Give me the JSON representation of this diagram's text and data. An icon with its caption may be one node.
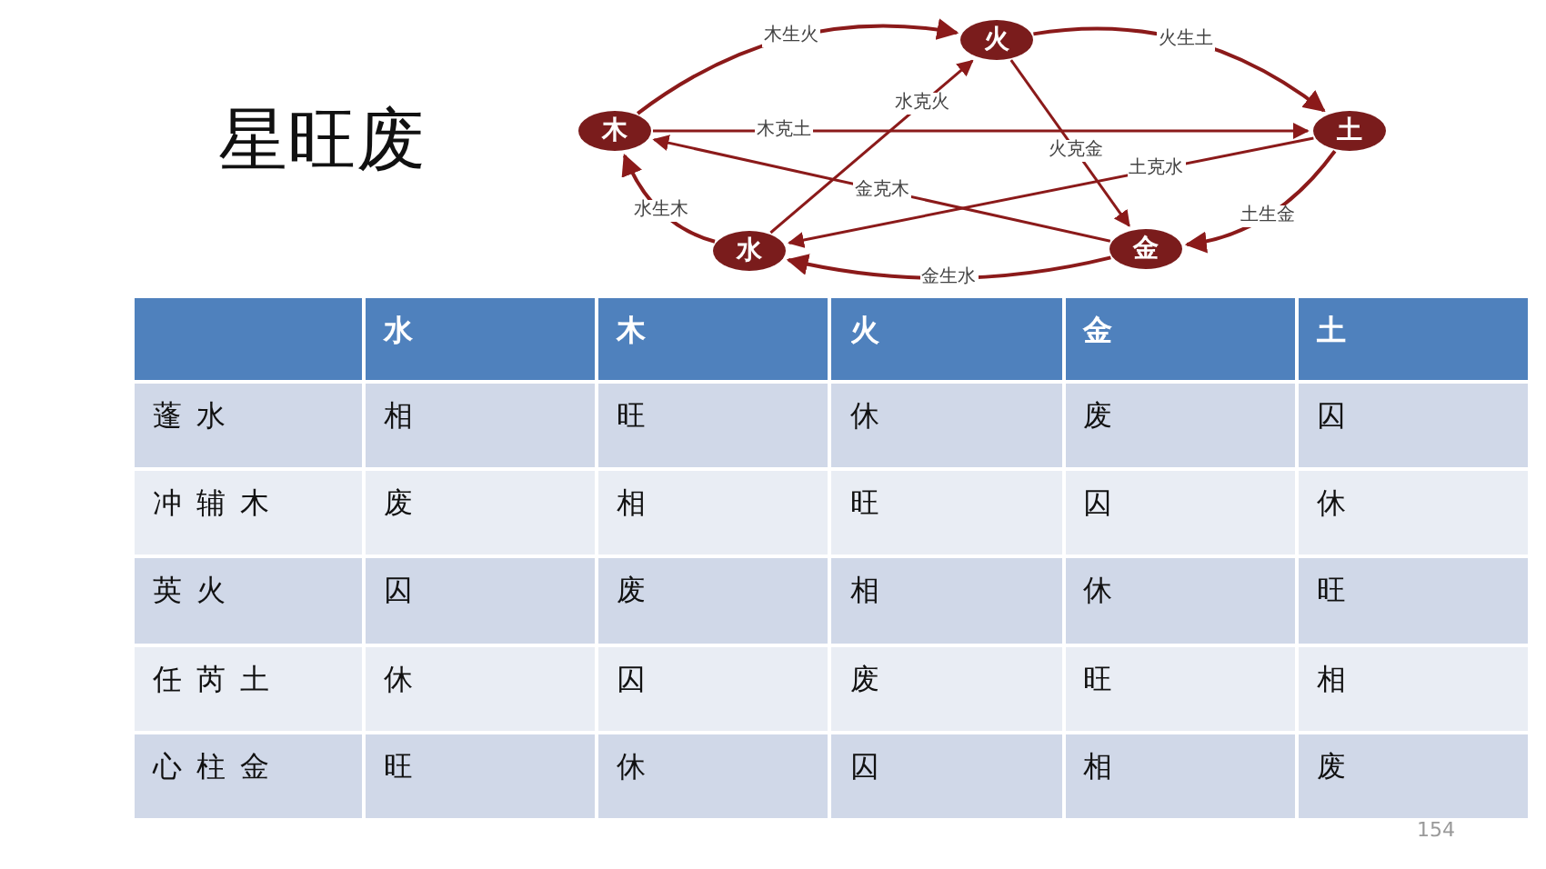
{
  "diagram": {
    "title": "星旺废",
    "nodes": [
      {
        "text": [
          "火"
        ]
      },
      {
        "text": [
          "木"
        ]
      },
      {
        "text": [
          "土"
        ]
      },
      {
        "text": [
          "水"
        ]
      },
      {
        "text": [
          "金"
        ]
      }
    ],
    "edges": [
      {
        "from": 1,
        "to": 0,
        "arrow": "to",
        "label": "木生火"
      },
      {
        "from": 0,
        "to": 2,
        "arrow": "to",
        "label": "火生土"
      },
      {
        "from": 2,
        "to": 4,
        "arrow": "to",
        "label": "土生金"
      },
      {
        "from": 4,
        "to": 3,
        "arrow": "to",
        "label": "金生水"
      },
      {
        "from": 3,
        "to": 1,
        "arrow": "to",
        "label": "水生木"
      },
      {
        "from": 1,
        "to": 2,
        "arrow": "to",
        "label": "木克土"
      },
      {
        "from": 2,
        "to": 3,
        "arrow": "to",
        "label": "土克水"
      },
      {
        "from": 3,
        "to": 0,
        "arrow": "to",
        "label": "水克火"
      },
      {
        "from": 0,
        "to": 4,
        "arrow": "to",
        "label": "火克金"
      },
      {
        "from": 4,
        "to": 1,
        "arrow": "to",
        "label": "金克木"
      }
    ],
    "labels": [
      "水",
      "木",
      "火",
      "金",
      "土",
      "蓬水",
      "相",
      "旺",
      "休",
      "废",
      "囚",
      "冲辅木",
      "废",
      "相",
      "旺",
      "囚",
      "休",
      "英火",
      "囚",
      "废",
      "相",
      "休",
      "旺",
      "任芮土",
      "休",
      "囚",
      "废",
      "旺",
      "相",
      "心柱金",
      "旺",
      "休",
      "囚",
      "相",
      "废",
      "154"
    ]
  }
}
